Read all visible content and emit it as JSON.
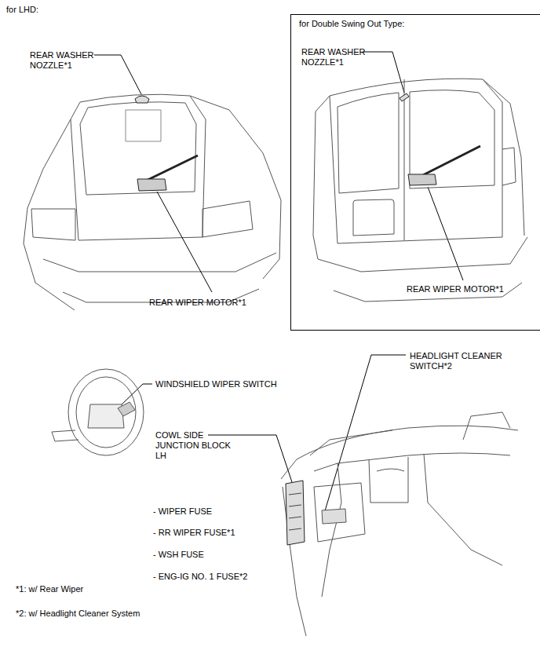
{
  "diagram": {
    "title": "for LHD:",
    "nodes": [
      {
        "text": [
          "for Double Swing Out Type:"
        ]
      }
    ],
    "labels": [
      "REAR WASHER NOZZLE*1",
      "REAR WIPER MOTOR*1",
      "REAR WASHER NOZZLE*1",
      "REAR WIPER MOTOR*1",
      "WINDSHIELD WIPER SWITCH",
      "HEADLIGHT CLEANER SWITCH*2",
      "COWL SIDE JUNCTION BLOCK LH",
      "- WIPER FUSE",
      "- RR WIPER FUSE*1",
      "- WSH FUSE",
      "- ENG-IG NO. 1 FUSE*2",
      "*1: w/ Rear Wiper",
      "*2: w/ Headlight Cleaner System"
    ]
  }
}
